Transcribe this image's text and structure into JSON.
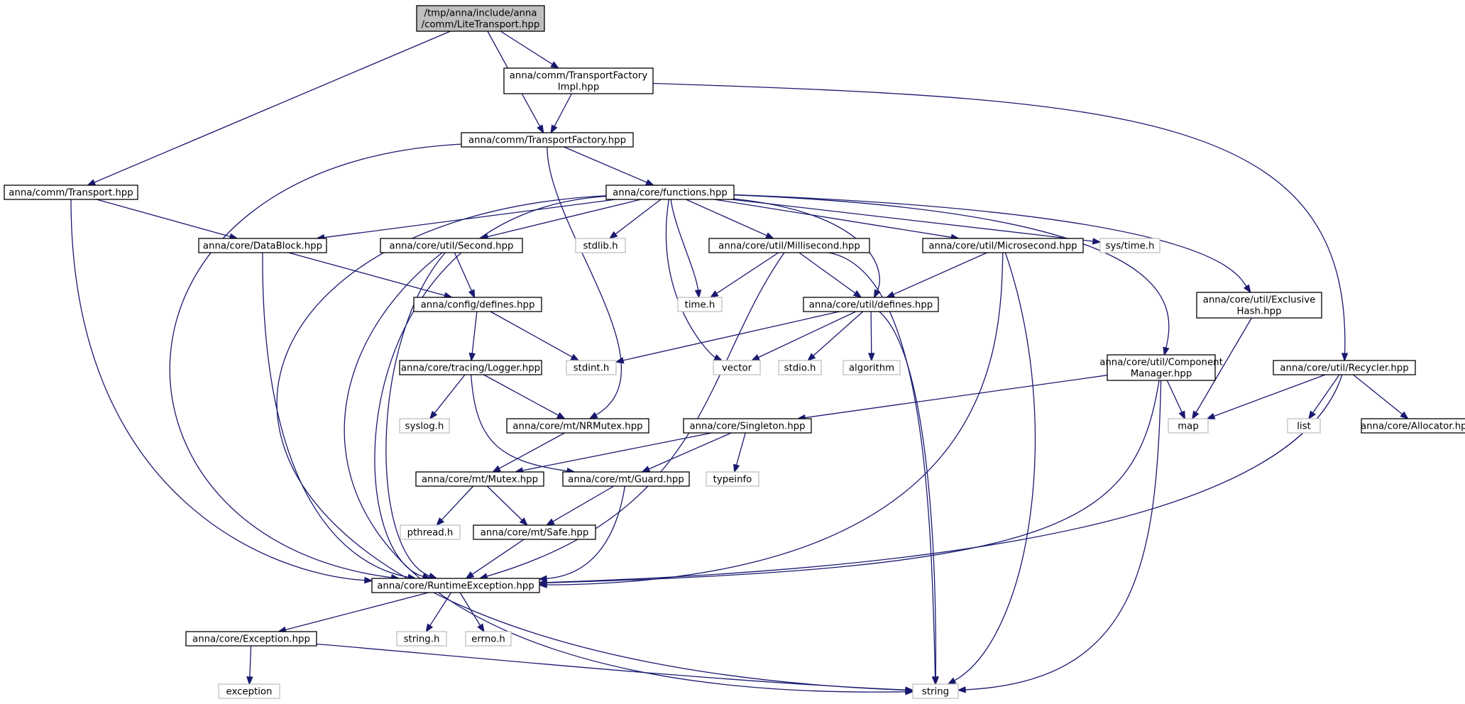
{
  "colors": {
    "edge": "#191970",
    "root_fill": "#bfbfbf",
    "node_border": "#000000",
    "system_border": "#bfbfbf",
    "text": "#000000",
    "system_text": "#000000"
  },
  "nodes": [
    {
      "id": "root",
      "kind": "root",
      "lines": [
        "/tmp/anna/include/anna",
        "/comm/LiteTransport.hpp"
      ]
    },
    {
      "id": "tfimpl",
      "kind": "file",
      "lines": [
        "anna/comm/TransportFactory",
        "Impl.hpp"
      ]
    },
    {
      "id": "tf",
      "kind": "file",
      "lines": [
        "anna/comm/TransportFactory.hpp"
      ]
    },
    {
      "id": "transport",
      "kind": "file",
      "lines": [
        "anna/comm/Transport.hpp"
      ]
    },
    {
      "id": "functions",
      "kind": "file",
      "lines": [
        "anna/core/functions.hpp"
      ]
    },
    {
      "id": "datablock",
      "kind": "file",
      "lines": [
        "anna/core/DataBlock.hpp"
      ]
    },
    {
      "id": "second",
      "kind": "file",
      "lines": [
        "anna/core/util/Second.hpp"
      ]
    },
    {
      "id": "stdlib",
      "kind": "system",
      "lines": [
        "stdlib.h"
      ]
    },
    {
      "id": "millisecond",
      "kind": "file",
      "lines": [
        "anna/core/util/Millisecond.hpp"
      ]
    },
    {
      "id": "microsecond",
      "kind": "file",
      "lines": [
        "anna/core/util/Microsecond.hpp"
      ]
    },
    {
      "id": "systime",
      "kind": "system",
      "lines": [
        "sys/time.h"
      ]
    },
    {
      "id": "exclhash",
      "kind": "file",
      "lines": [
        "anna/core/util/Exclusive",
        "Hash.hpp"
      ]
    },
    {
      "id": "recycler",
      "kind": "file",
      "lines": [
        "anna/core/util/Recycler.hpp"
      ]
    },
    {
      "id": "configdefines",
      "kind": "file",
      "lines": [
        "anna/config/defines.hpp"
      ]
    },
    {
      "id": "timeh",
      "kind": "system",
      "lines": [
        "time.h"
      ]
    },
    {
      "id": "utildefines",
      "kind": "file",
      "lines": [
        "anna/core/util/defines.hpp"
      ]
    },
    {
      "id": "logger",
      "kind": "file",
      "lines": [
        "anna/core/tracing/Logger.hpp"
      ]
    },
    {
      "id": "stdint",
      "kind": "system",
      "lines": [
        "stdint.h"
      ]
    },
    {
      "id": "vector",
      "kind": "system",
      "lines": [
        "vector"
      ]
    },
    {
      "id": "stdio",
      "kind": "system",
      "lines": [
        "stdio.h"
      ]
    },
    {
      "id": "algorithm",
      "kind": "system",
      "lines": [
        "algorithm"
      ]
    },
    {
      "id": "compmgr",
      "kind": "file",
      "lines": [
        "anna/core/util/Component",
        "Manager.hpp"
      ]
    },
    {
      "id": "syslog",
      "kind": "system",
      "lines": [
        "syslog.h"
      ]
    },
    {
      "id": "nrmutex",
      "kind": "file",
      "lines": [
        "anna/core/mt/NRMutex.hpp"
      ]
    },
    {
      "id": "singleton",
      "kind": "file",
      "lines": [
        "anna/core/Singleton.hpp"
      ]
    },
    {
      "id": "map",
      "kind": "system",
      "lines": [
        "map"
      ]
    },
    {
      "id": "list",
      "kind": "system",
      "lines": [
        "list"
      ]
    },
    {
      "id": "allocator",
      "kind": "file",
      "lines": [
        "anna/core/Allocator.hpp"
      ]
    },
    {
      "id": "mutex",
      "kind": "file",
      "lines": [
        "anna/core/mt/Mutex.hpp"
      ]
    },
    {
      "id": "guard",
      "kind": "file",
      "lines": [
        "anna/core/mt/Guard.hpp"
      ]
    },
    {
      "id": "typeinfo",
      "kind": "system",
      "lines": [
        "typeinfo"
      ]
    },
    {
      "id": "pthread",
      "kind": "system",
      "lines": [
        "pthread.h"
      ]
    },
    {
      "id": "safe",
      "kind": "file",
      "lines": [
        "anna/core/mt/Safe.hpp"
      ]
    },
    {
      "id": "runtimeexc",
      "kind": "file",
      "lines": [
        "anna/core/RuntimeException.hpp"
      ]
    },
    {
      "id": "exception_hpp",
      "kind": "file",
      "lines": [
        "anna/core/Exception.hpp"
      ]
    },
    {
      "id": "stringh",
      "kind": "system",
      "lines": [
        "string.h"
      ]
    },
    {
      "id": "errno",
      "kind": "system",
      "lines": [
        "errno.h"
      ]
    },
    {
      "id": "exception",
      "kind": "system",
      "lines": [
        "exception"
      ]
    },
    {
      "id": "string",
      "kind": "system",
      "lines": [
        "string"
      ]
    }
  ],
  "edges": [
    [
      "root",
      "tfimpl"
    ],
    [
      "root",
      "tf"
    ],
    [
      "root",
      "transport"
    ],
    [
      "tfimpl",
      "tf"
    ],
    [
      "tfimpl",
      "recycler"
    ],
    [
      "tf",
      "functions"
    ],
    [
      "tf",
      "runtimeexc"
    ],
    [
      "tf",
      "nrmutex"
    ],
    [
      "transport",
      "datablock"
    ],
    [
      "transport",
      "runtimeexc"
    ],
    [
      "functions",
      "datablock"
    ],
    [
      "functions",
      "second"
    ],
    [
      "functions",
      "stdlib"
    ],
    [
      "functions",
      "millisecond"
    ],
    [
      "functions",
      "microsecond"
    ],
    [
      "functions",
      "systime"
    ],
    [
      "functions",
      "exclhash"
    ],
    [
      "functions",
      "compmgr"
    ],
    [
      "functions",
      "timeh"
    ],
    [
      "functions",
      "utildefines"
    ],
    [
      "functions",
      "vector"
    ],
    [
      "functions",
      "runtimeexc"
    ],
    [
      "functions",
      "string"
    ],
    [
      "datablock",
      "configdefines"
    ],
    [
      "datablock",
      "runtimeexc"
    ],
    [
      "second",
      "configdefines"
    ],
    [
      "second",
      "runtimeexc"
    ],
    [
      "second",
      "string"
    ],
    [
      "millisecond",
      "timeh"
    ],
    [
      "millisecond",
      "utildefines"
    ],
    [
      "millisecond",
      "runtimeexc"
    ],
    [
      "millisecond",
      "string"
    ],
    [
      "microsecond",
      "utildefines"
    ],
    [
      "microsecond",
      "runtimeexc"
    ],
    [
      "microsecond",
      "string"
    ],
    [
      "exclhash",
      "map"
    ],
    [
      "recycler",
      "map"
    ],
    [
      "recycler",
      "list"
    ],
    [
      "recycler",
      "allocator"
    ],
    [
      "recycler",
      "runtimeexc"
    ],
    [
      "configdefines",
      "logger"
    ],
    [
      "configdefines",
      "stdint"
    ],
    [
      "utildefines",
      "stdint"
    ],
    [
      "utildefines",
      "vector"
    ],
    [
      "utildefines",
      "stdio"
    ],
    [
      "utildefines",
      "algorithm"
    ],
    [
      "utildefines",
      "string"
    ],
    [
      "logger",
      "syslog"
    ],
    [
      "logger",
      "nrmutex"
    ],
    [
      "logger",
      "guard"
    ],
    [
      "compmgr",
      "singleton"
    ],
    [
      "compmgr",
      "map"
    ],
    [
      "compmgr",
      "runtimeexc"
    ],
    [
      "compmgr",
      "string"
    ],
    [
      "nrmutex",
      "mutex"
    ],
    [
      "singleton",
      "mutex"
    ],
    [
      "singleton",
      "guard"
    ],
    [
      "singleton",
      "typeinfo"
    ],
    [
      "mutex",
      "pthread"
    ],
    [
      "mutex",
      "safe"
    ],
    [
      "guard",
      "safe"
    ],
    [
      "guard",
      "runtimeexc"
    ],
    [
      "safe",
      "runtimeexc"
    ],
    [
      "runtimeexc",
      "exception_hpp"
    ],
    [
      "runtimeexc",
      "stringh"
    ],
    [
      "runtimeexc",
      "errno"
    ],
    [
      "exception_hpp",
      "exception"
    ],
    [
      "exception_hpp",
      "string"
    ]
  ]
}
